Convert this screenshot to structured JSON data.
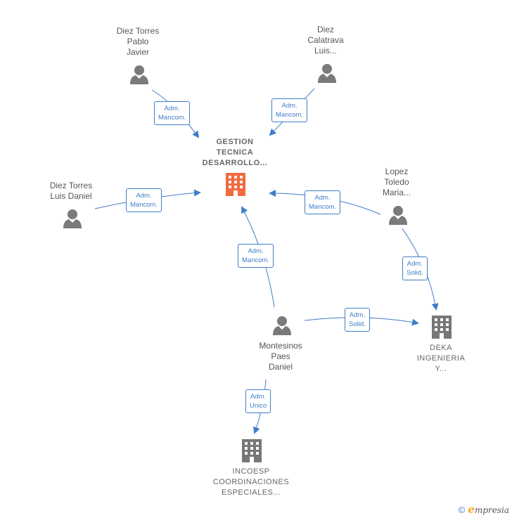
{
  "nodes": {
    "gestion": {
      "label_lines": [
        "GESTION",
        "TECNICA",
        "DESARROLLO..."
      ]
    },
    "diez_pablo": {
      "label_lines": [
        "Diez Torres",
        "Pablo",
        "Javier"
      ]
    },
    "diez_calatrava": {
      "label_lines": [
        "Diez",
        "Calatrava",
        "Luis..."
      ]
    },
    "diez_luis": {
      "label_lines": [
        "Diez Torres",
        "Luis Daniel"
      ]
    },
    "lopez": {
      "label_lines": [
        "Lopez",
        "Toledo",
        "Maria..."
      ]
    },
    "montesinos": {
      "label_lines": [
        "Montesinos",
        "Paes",
        "Daniel"
      ]
    },
    "deka": {
      "label_lines": [
        "DEKA",
        "INGENIERIA",
        "Y..."
      ]
    },
    "incoesp": {
      "label_lines": [
        "INCOESP",
        "COORDINACIONES",
        "ESPECIALES..."
      ]
    }
  },
  "edges": [
    {
      "id": "e1",
      "label_lines": [
        "Adm.",
        "Mancom."
      ]
    },
    {
      "id": "e2",
      "label_lines": [
        "Adm.",
        "Mancom."
      ]
    },
    {
      "id": "e3",
      "label_lines": [
        "Adm.",
        "Mancom."
      ]
    },
    {
      "id": "e4",
      "label_lines": [
        "Adm.",
        "Mancom."
      ]
    },
    {
      "id": "e5",
      "label_lines": [
        "Adm.",
        "Mancom."
      ]
    },
    {
      "id": "e6",
      "label_lines": [
        "Adm.",
        "Solid."
      ]
    },
    {
      "id": "e7",
      "label_lines": [
        "Adm.",
        "Solid."
      ]
    },
    {
      "id": "e8",
      "label_lines": [
        "Adm.",
        "Unico"
      ]
    }
  ],
  "footer": {
    "copyright": "©",
    "brand_initial": "e",
    "brand_rest": "mpresia"
  },
  "colors": {
    "edge": "#3f7ec7",
    "main_company": "#f26a3d",
    "company": "#777777",
    "person": "#7a7a7a"
  }
}
